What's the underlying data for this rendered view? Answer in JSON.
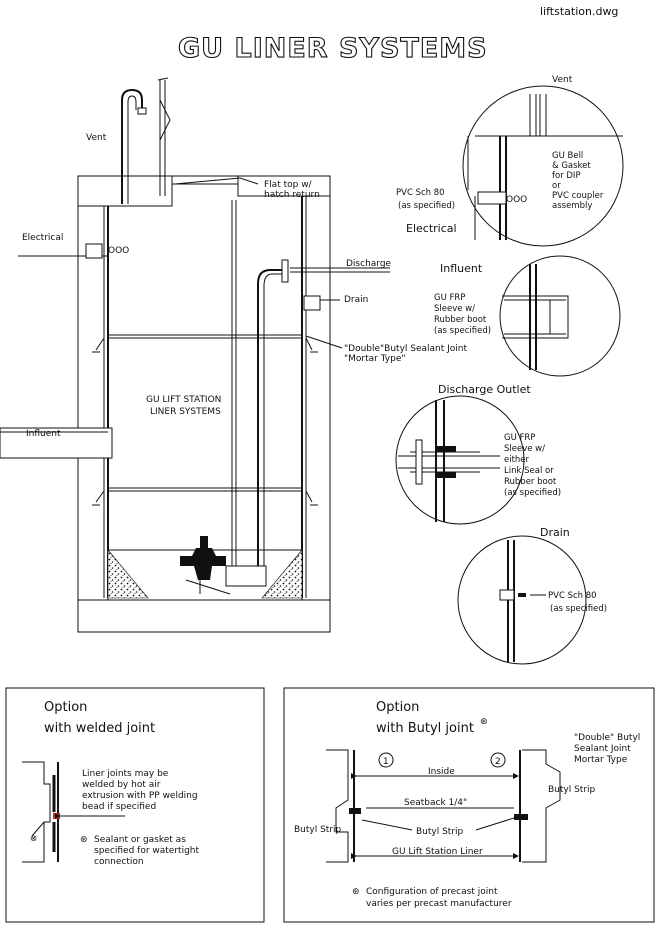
{
  "file_name": "liftstation.dwg",
  "title": "GU LINER SYSTEMS",
  "main": {
    "vent": "Vent",
    "flat_top_1": "Flat top w/",
    "flat_top_2": "hatch return",
    "electrical": "Electrical",
    "discharge": "Discharge",
    "drain": "Drain",
    "influent": "Influent",
    "center_1": "GU LIFT STATION",
    "center_2": "LINER SYSTEMS",
    "butyl_1": "\"Double\"Butyl Sealant Joint",
    "butyl_2": "\"Mortar Type\""
  },
  "details": {
    "vent": {
      "title": "Vent",
      "gu_bell": [
        "GU Bell",
        "& Gasket",
        "for DIP",
        "or",
        "PVC coupler",
        "assembly"
      ],
      "pvc": [
        "PVC Sch 80",
        "(as specified)"
      ],
      "electrical": "Electrical"
    },
    "influent": {
      "title": "Influent",
      "sleeve": [
        "GU FRP",
        "Sleeve w/",
        "Rubber boot",
        "(as specified)"
      ]
    },
    "discharge": {
      "title": "Discharge Outlet",
      "sleeve": [
        "GU FRP",
        "Sleeve w/",
        "either",
        "Link Seal or",
        "Rubber boot",
        "(as specified)"
      ]
    },
    "drain": {
      "title": "Drain",
      "pvc": [
        "PVC Sch 80",
        "(as specified)"
      ]
    }
  },
  "option_welded": {
    "title": "Option",
    "subtitle": "with  welded  joint",
    "note": [
      "Liner joints may be",
      "welded by hot air",
      "extrusion with PP welding",
      "bead if specified"
    ],
    "sealant": [
      "Sealant or gasket as",
      "specified for watertight",
      "connection"
    ]
  },
  "option_butyl": {
    "title": "Option",
    "subtitle": "with  Butyl  joint",
    "marker_1": "1",
    "marker_2": "2",
    "inside": "Inside",
    "seatback": "Seatback 1/4\"",
    "butyl_strip": "Butyl Strip",
    "liner": "GU Lift Station  Liner",
    "double_butyl": [
      "\"Double\" Butyl",
      "Sealant  Joint",
      "Mortar  Type"
    ],
    "config": [
      "Configuration  of  precast  joint",
      "varies  per  precast  manufacturer"
    ]
  }
}
